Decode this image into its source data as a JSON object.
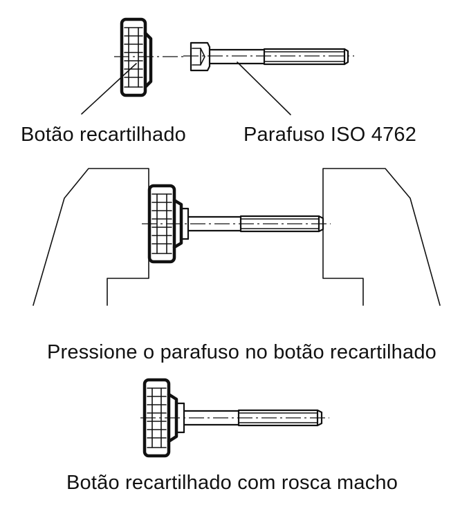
{
  "labels": {
    "knurled_knob": "Botão recartilhado",
    "screw": "Parafuso ISO 4762",
    "press_instruction": "Pressione o parafuso no botão recartilhado",
    "result": "Botão recartilhado com rosca macho"
  },
  "colors": {
    "line": "#111111",
    "background": "#ffffff"
  }
}
